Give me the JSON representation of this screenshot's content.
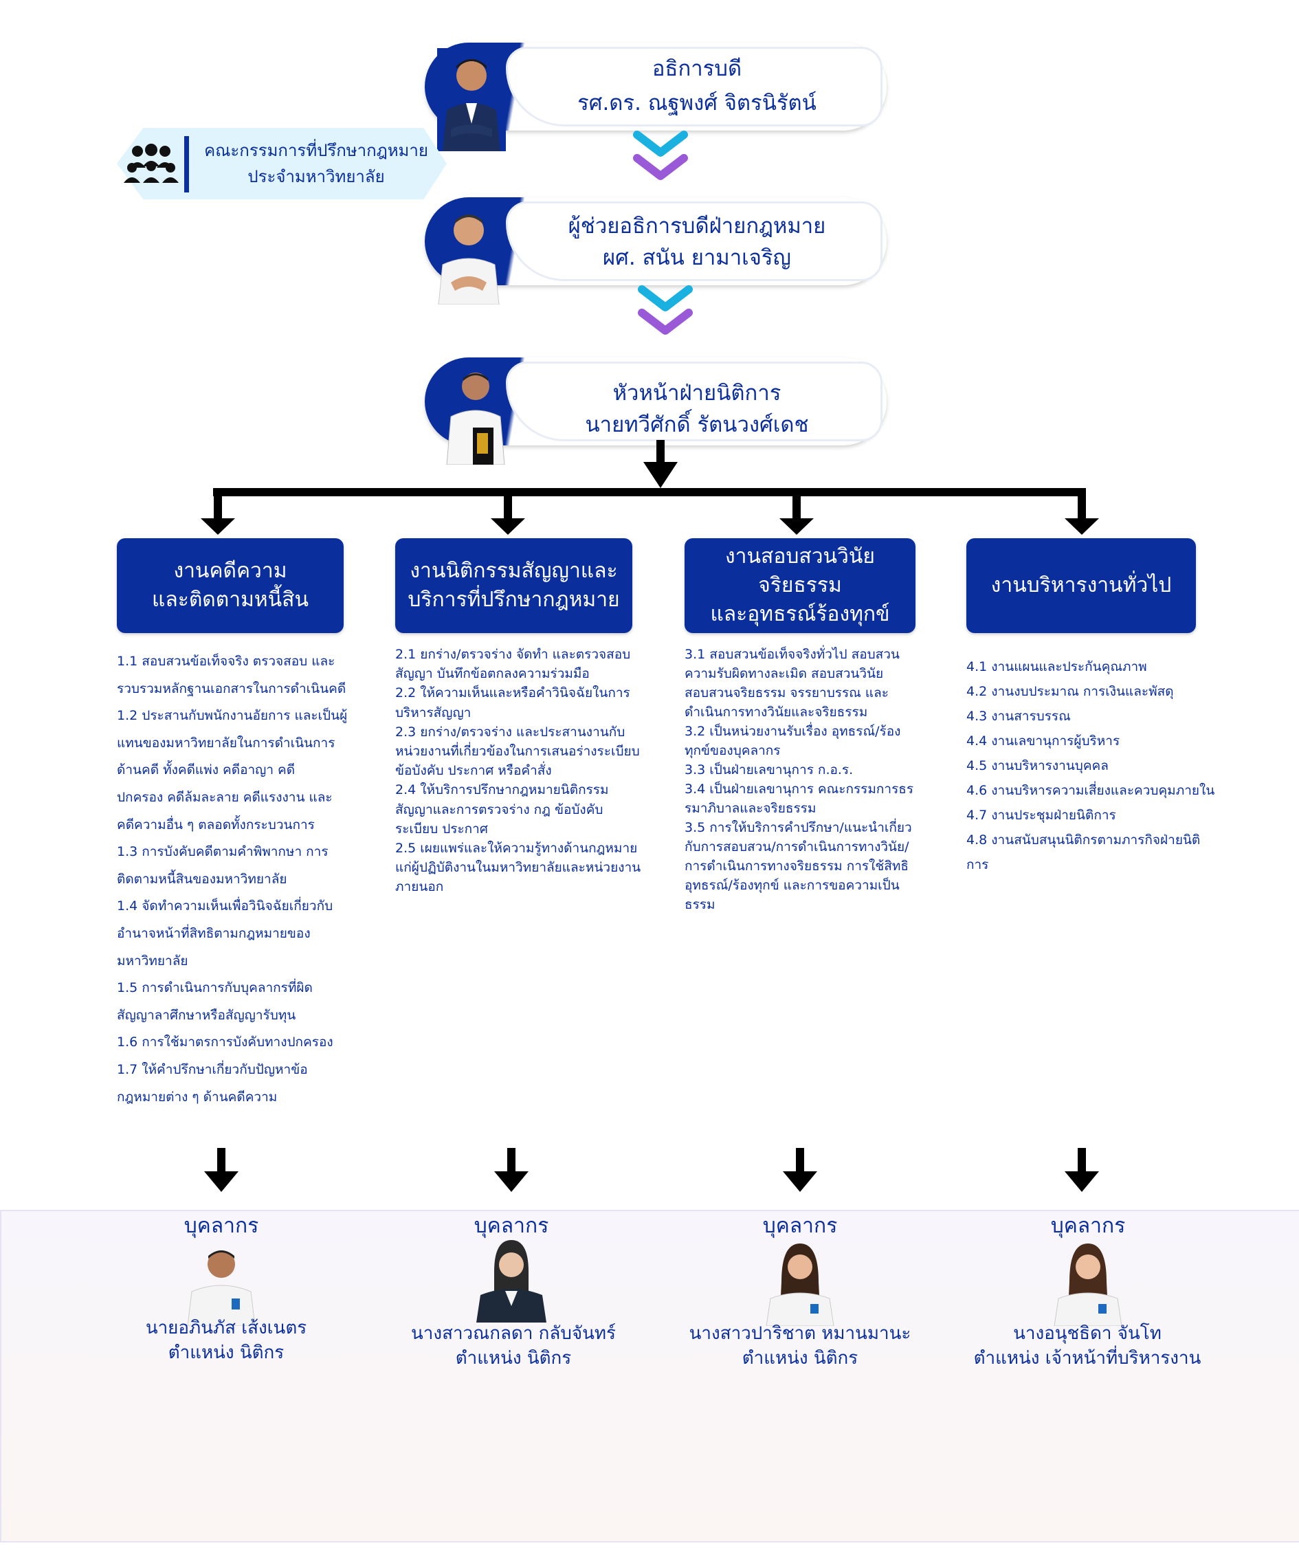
{
  "leaders": [
    {
      "title": "อธิการบดี",
      "name": "รศ.ดร. ณฐพงศ์ จิตรนิรัตน์"
    },
    {
      "title": "ผู้ช่วยอธิการบดีฝ่ายกฎหมาย",
      "name": "ผศ. สนัน ยามาเจริญ"
    },
    {
      "title": "หัวหน้าฝ่ายนิติการ",
      "name": "นายทวีศักดิ์ รัตนวงศ์เดช"
    }
  ],
  "council": {
    "line1": "คณะกรรมการที่ปรึกษากฎหมาย",
    "line2": "ประจำมหาวิทยาลัย",
    "icon": "people-group-icon"
  },
  "departments": [
    {
      "line1": "งานคดีความ",
      "line2": "และติดตามหนี้สิน",
      "tasks": [
        "1.1 สอบสวนข้อเท็จจริง ตรวจสอบ และ",
        "รวบรวมหลักฐานเอกสารในการดำเนินคดี",
        "1.2 ประสานกับพนักงานอัยการ และเป็นผู้",
        "แทนของมหาวิทยาลัยในการดำเนินการ",
        "ด้านคดี ทั้งคดีแพ่ง คดีอาญา คดี",
        "ปกครอง คดีล้มละลาย คดีแรงงาน และ",
        "คดีความอื่น ๆ ตลอดทั้งกระบวนการ",
        "1.3 การบังคับคดีตามคำพิพากษา การ",
        "ติดตามหนี้สินของมหาวิทยาลัย",
        "1.4 จัดทำความเห็นเพื่อวินิจฉัยเกี่ยวกับ",
        "อำนาจหน้าที่สิทธิตามกฎหมายของ",
        "มหาวิทยาลัย",
        "1.5 การดำเนินการกับบุคลากรที่ผิด",
        "สัญญาลาศึกษาหรือสัญญารับทุน",
        "1.6 การใช้มาตรการบังคับทางปกครอง",
        "1.7 ให้คำปรึกษาเกี่ยวกับปัญหาข้อ",
        "กฎหมายต่าง ๆ ด้านคดีความ"
      ]
    },
    {
      "line1": "งานนิติกรรมสัญญาและ",
      "line2": "บริการที่ปรึกษากฎหมาย",
      "tasks": [
        "  2.1 ยกร่าง/ตรวจร่าง จัดทำ และตรวจสอบ",
        "สัญญา บันทึกข้อตกลงความร่วมมือ",
        "  2.2 ให้ความเห็นและหรือคำวินิจฉัยในการ",
        "บริหารสัญญา",
        "  2.3 ยกร่าง/ตรวจร่าง และประสานงานกับ",
        "หน่วยงานที่เกี่ยวข้องในการเสนอร่างระเบียบ",
        "ข้อบังคับ ประกาศ หรือคำสั่ง",
        "  2.4 ให้บริการปรึกษากฎหมายนิติกรรม",
        "สัญญาและการตรวจร่าง กฎ ข้อบังคับ",
        "ระเบียบ ประกาศ",
        "  2.5 เผยแพร่และให้ความรู้ทางด้านกฎหมาย",
        "แก่ผู้ปฏิบัติงานในมหาวิทยาลัยและหน่วยงาน",
        "ภายนอก"
      ]
    },
    {
      "line1": "งานสอบสวนวินัย จริยธรรม",
      "line2": "และอุทธรณ์ร้องทุกข์",
      "tasks": [
        "  3.1 สอบสวนข้อเท็จจริงทั่วไป สอบสวน",
        "ความรับผิดทางละเมิด สอบสวนวินัย",
        "สอบสวนจริยธรรม จรรยาบรรณ และ",
        "ดำเนินการทางวินัยและจริยธรรม",
        "  3.2 เป็นหน่วยงานรับเรื่อง อุทธรณ์/ร้อง",
        "ทุกข์ของบุคลากร",
        "  3.3 เป็นฝ่ายเลขานุการ ก.อ.ร.",
        "  3.4 เป็นฝ่ายเลขานุการ คณะกรรมการธร",
        "รมาภิบาลและจริยธรรม",
        "  3.5 การให้บริการคำปรึกษา/แนะนำเกี่ยว",
        "กับการสอบสวน/การดำเนินการทางวินัย/",
        "การดำเนินการทางจริยธรรม การใช้สิทธิ",
        "อุทธรณ์/ร้องทุกข์ และการขอความเป็น",
        "ธรรม"
      ]
    },
    {
      "line1": "งานบริหารงานทั่วไป",
      "line2": "",
      "tasks": [
        " 4.1 งานแผนและประกันคุณภาพ",
        " 4.2 งานงบประมาณ การเงินและพัสดุ",
        " 4.3 งานสารบรรณ",
        " 4.4 งานเลขานุการผู้บริหาร",
        " 4.5 งานบริหารงานบุคคล",
        " 4.6 งานบริหารความเสี่ยงและควบคุมภายใน",
        " 4.7 งานประชุมฝ่ายนิติการ",
        " 4.8 งานสนับสนุนนิติกรตามภารกิจฝ่ายนิติ",
        "การ"
      ]
    }
  ],
  "staff": [
    {
      "title": "บุคลากร",
      "name": "นายอภินภัส  เส้งเนตร",
      "position": "ตำแหน่ง นิติกร"
    },
    {
      "title": "บุคลากร",
      "name": "นางสาวณกลดา กลับจันทร์",
      "position": "ตำแหน่ง นิติกร"
    },
    {
      "title": "บุคลากร",
      "name": "นางสาวปาริชาต หมานมานะ",
      "position": "ตำแหน่ง นิติกร"
    },
    {
      "title": "บุคลากร",
      "name": "นางอนุชธิดา จันโท",
      "position": "ตำแหน่ง เจ้าหน้าที่บริหารงาน"
    }
  ],
  "colors": {
    "primary": "#0a2e9c",
    "chevron_top": "#1ab0e0",
    "chevron_bottom": "#9a5ad8",
    "council_bg": "#dff4fc"
  }
}
